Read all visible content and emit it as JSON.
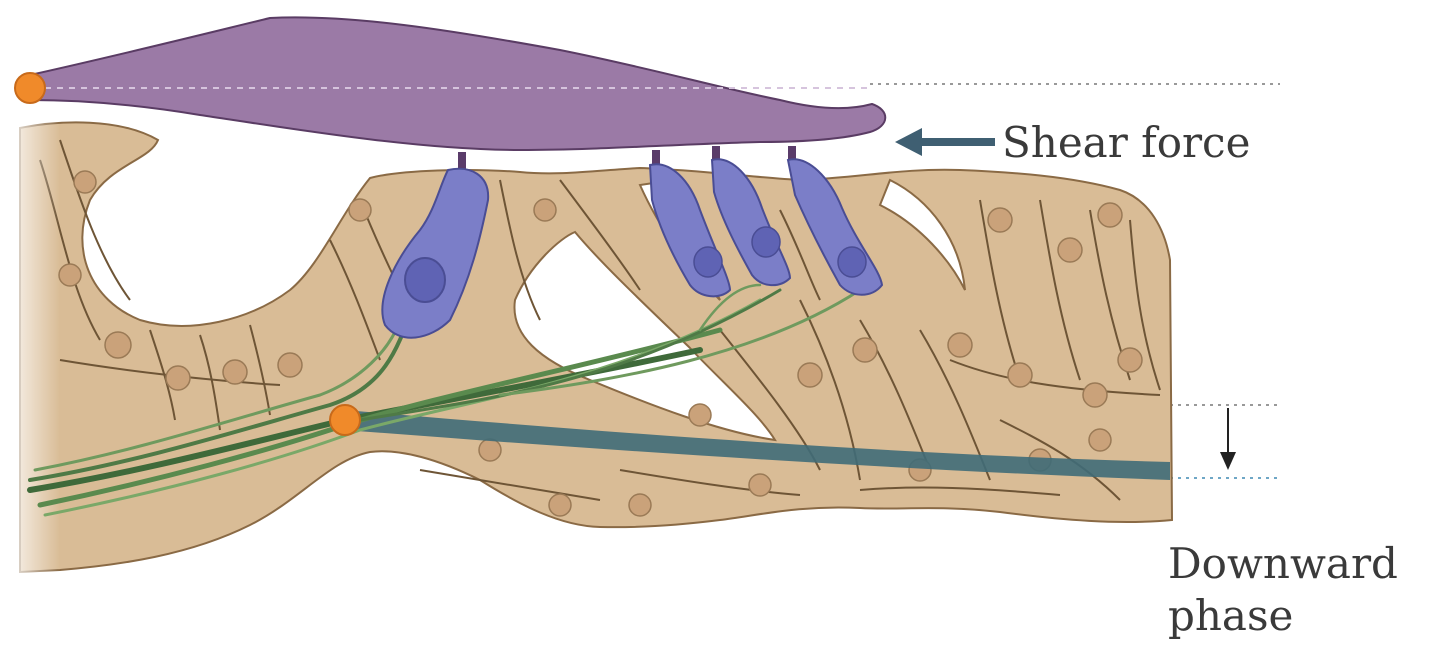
{
  "labels": {
    "shear_force": "Shear force",
    "downward_line1": "Downward",
    "downward_line2": "phase"
  },
  "colors": {
    "tectorial_membrane": "#9b7aa6",
    "tissue": "#d9bc96",
    "cell_outline": "#6e5536",
    "hair_cell": "#7b7ec8",
    "hair_cell_nucleus": "#5f63b4",
    "nerve_fibers": "#4f7a46",
    "basilar_membrane": "#3f6b78",
    "pivot": "#f08a2a",
    "arrow": "#3f5f72"
  }
}
